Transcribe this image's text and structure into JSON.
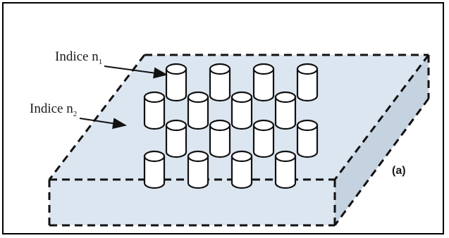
{
  "labels": {
    "n1_prefix": "Indice n",
    "n1_subscript": "1",
    "n2_prefix": "Indice n",
    "n2_subscript": "2",
    "panel": "(a)"
  },
  "colors": {
    "slab_fill": "#dce6f1",
    "side_fill": "#c5d2e0",
    "outline": "#111111",
    "cylinder_fill": "#ffffff"
  },
  "structure": {
    "cylinder_rows": 4,
    "cylinders_per_row": [
      4,
      4,
      4,
      4
    ]
  }
}
